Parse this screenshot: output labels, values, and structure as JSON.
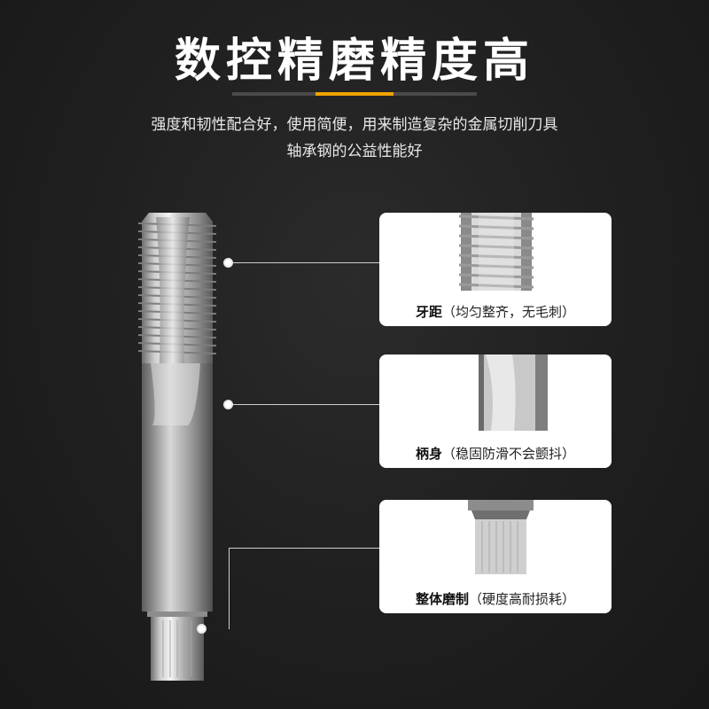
{
  "header": {
    "title": "数控精磨精度高",
    "subtitle_line1": "强度和韧性配合好，使用简便，用来制造复杂的金属切削刀具",
    "subtitle_line2": "轴承钢的公益性能好",
    "accent_color": "#f0a500"
  },
  "callouts": [
    {
      "label": "牙距",
      "detail": "（均匀整齐，无毛刺）",
      "icon": "thread-detail-icon"
    },
    {
      "label": "柄身",
      "detail": "（稳固防滑不会颤抖）",
      "icon": "shank-detail-icon"
    },
    {
      "label": "整体磨制",
      "detail": "（硬度高耐损耗）",
      "icon": "square-end-detail-icon"
    }
  ]
}
